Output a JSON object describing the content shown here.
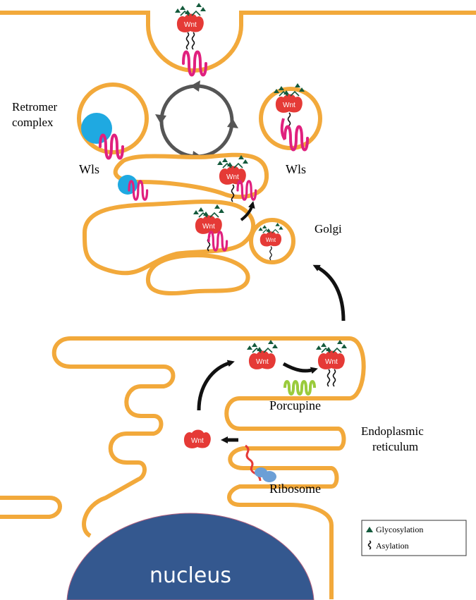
{
  "labels": {
    "retromer_line1": "Retromer",
    "retromer_line2": "complex",
    "wls_left": "Wls",
    "wls_right": "Wls",
    "golgi": "Golgi",
    "porcupine": "Porcupine",
    "er_line1": "Endoplasmic",
    "er_line2": "reticulum",
    "ribosome": "Ribosome",
    "nucleus": "nucleus",
    "wnt": "Wnt"
  },
  "legend": {
    "glycosylation": "Glycosylation",
    "asylation": "Asylation"
  },
  "colors": {
    "membrane": "#f2a93b",
    "wnt": "#e53a36",
    "wls": "#e0207e",
    "retromer": "#1fa9e1",
    "porcupine": "#9acb3c",
    "nucleus": "#34588f",
    "glycan": "#145a3c",
    "arrow": "#111111",
    "cycle_arrow": "#555555"
  }
}
